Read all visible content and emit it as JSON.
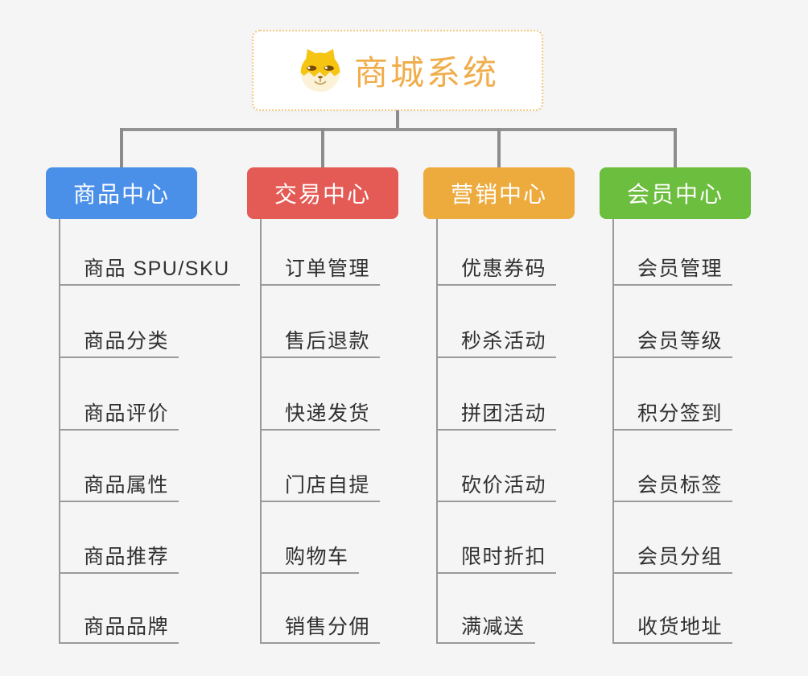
{
  "canvas": {
    "background": "#f5f5f6"
  },
  "root": {
    "title": "商城系统",
    "icon": "doge-icon",
    "title_color": "#F0AD4B",
    "border_color": "#F5C77F"
  },
  "connectors": {
    "tree_color": "#8C8C8C",
    "branch_line_color": "#9A9A9A"
  },
  "leaf_text_color": "#303030",
  "branches": [
    {
      "key": "product-center",
      "label": "商品中心",
      "color": "#4A8FE8",
      "items": [
        "商品 SPU/SKU",
        "商品分类",
        "商品评价",
        "商品属性",
        "商品推荐",
        "商品品牌"
      ]
    },
    {
      "key": "trade-center",
      "label": "交易中心",
      "color": "#E45B55",
      "items": [
        "订单管理",
        "售后退款",
        "快递发货",
        "门店自提",
        "购物车",
        "销售分佣"
      ]
    },
    {
      "key": "marketing-center",
      "label": "营销中心",
      "color": "#EDAB3E",
      "items": [
        "优惠券码",
        "秒杀活动",
        "拼团活动",
        "砍价活动",
        "限时折扣",
        "满减送"
      ]
    },
    {
      "key": "member-center",
      "label": "会员中心",
      "color": "#6CBE3E",
      "items": [
        "会员管理",
        "会员等级",
        "积分签到",
        "会员标签",
        "会员分组",
        "收货地址"
      ]
    }
  ]
}
